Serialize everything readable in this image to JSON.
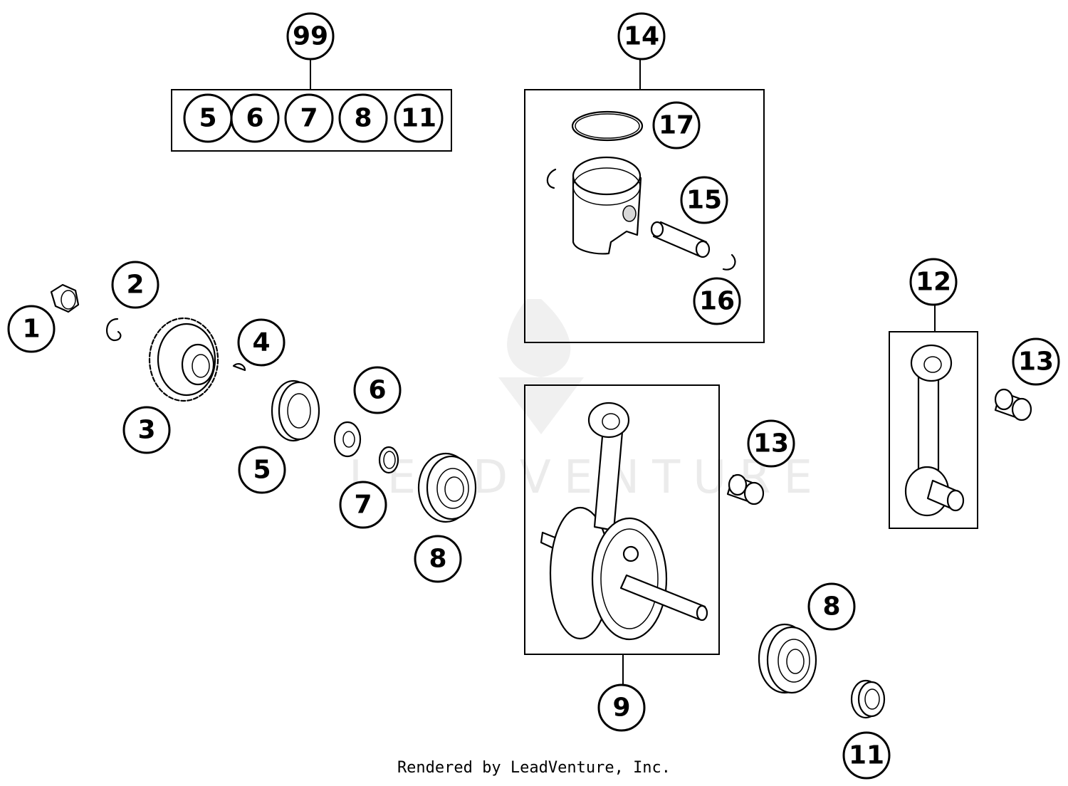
{
  "callouts": {
    "c1": "1",
    "c2": "2",
    "c3": "3",
    "c4": "4",
    "c5": "5",
    "c6": "6",
    "c7": "7",
    "c8a": "8",
    "c8b": "8",
    "c9": "9",
    "c11": "11",
    "c12": "12",
    "c13a": "13",
    "c13b": "13",
    "c14": "14",
    "c15": "15",
    "c16": "16",
    "c17": "17",
    "c99": "99"
  },
  "kit_99": [
    "5",
    "6",
    "7",
    "8",
    "11"
  ],
  "watermark": "LEADVENTURE",
  "footer": "Rendered by LeadVenture, Inc."
}
